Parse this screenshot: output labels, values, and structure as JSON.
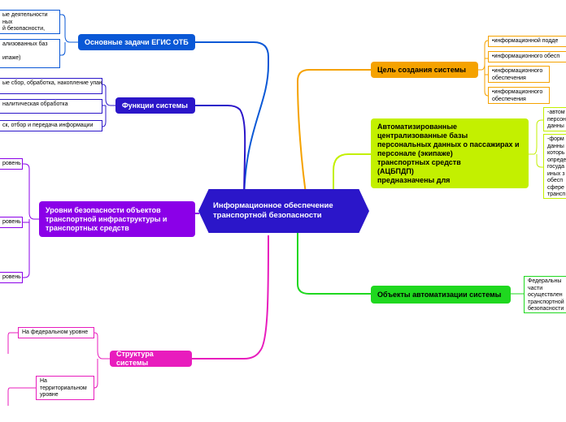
{
  "center": {
    "title": "Информационное обеспечение транспортной безопасности"
  },
  "colors": {
    "blue": "#0a58d6",
    "indigo": "#2b16c9",
    "purple": "#8b00e8",
    "magenta": "#e81cbd",
    "orange": "#f5a200",
    "lime": "#c3f000",
    "green": "#1fd81f"
  },
  "branches": {
    "tasks": {
      "title": "Основные задачи ЕГИС ОТБ",
      "leaves": [
        "ые деятельности\nных\nй безопасности,",
        "ализованных баз\n\nипаже)"
      ]
    },
    "functions": {
      "title": "Функции системы",
      "leaves": [
        "ые сбор, обработка, накопление\nупающей информации",
        "налитическая обработка",
        "ск, отбор и передача информации"
      ]
    },
    "levels": {
      "title": "Уровни безопасности объектов транспортной инфраструктуры и транспортных средств",
      "leaves": [
        "ровень",
        "ровень",
        "ровень"
      ]
    },
    "structure": {
      "title": "Структура системы",
      "leaves": [
        "На федеральном уровне",
        "На\nтерриториальном\nуровне"
      ]
    },
    "goal": {
      "title": "Цель создания системы",
      "leaves": [
        "•информационной подде",
        "•информационного обесп",
        "•информационного\nобеспечения",
        "•информационного\nобеспечения"
      ]
    },
    "acbpdp": {
      "title": "Автоматизированные\nцентрализованные базы\nперсональных данных о пассажирах и\nперсонале (экипаже)\nтранспортных средств\n(АЦБПДП)\nпредназначены для",
      "leaves": [
        "-автом\nперсон\nданны",
        "-форм\nданны\nкоторь\nопреде\nгосуда\nиных з\nобесп\nсфере\nтрансп"
      ]
    },
    "objects": {
      "title": "Объекты автоматизации системы",
      "leaves": [
        "Федеральны\nчасти\nосуществлен\nтранспортной\nбезопасности"
      ]
    }
  }
}
